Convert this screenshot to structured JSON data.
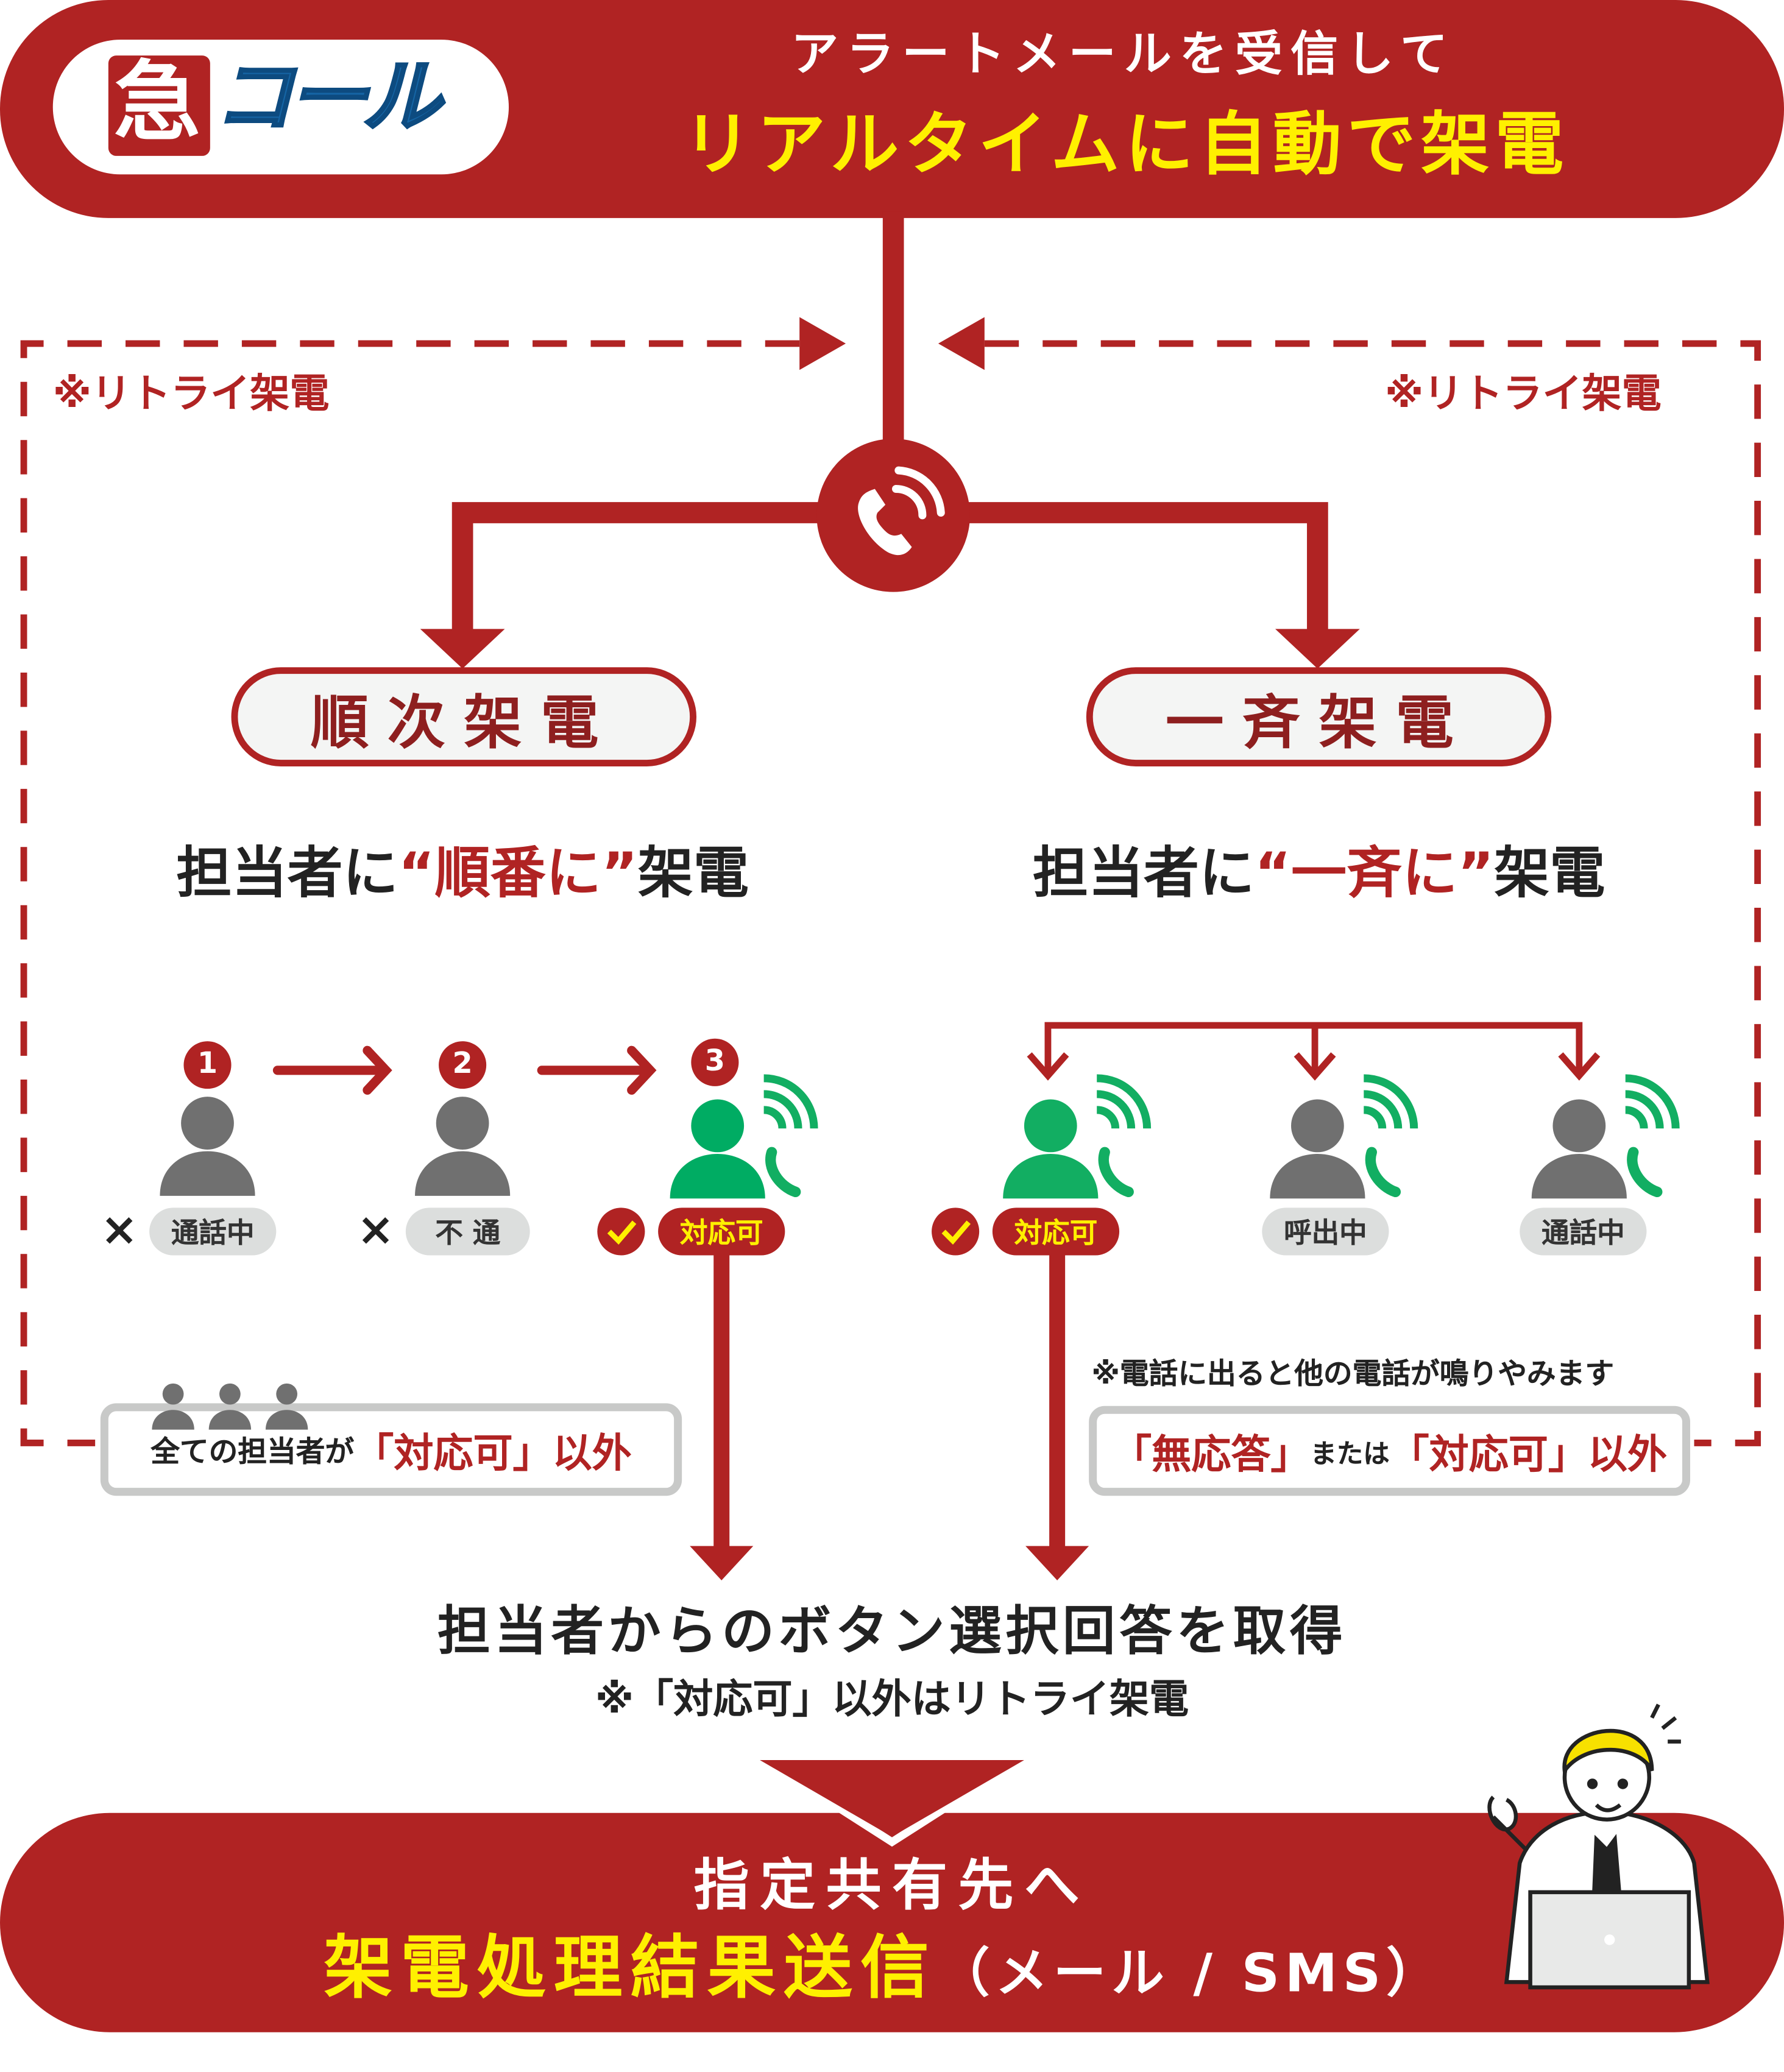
{
  "colors": {
    "brand_red": "#b02323",
    "highlight_yellow": "#fff000",
    "ok_green": "#12ae62",
    "idle_gray": "#707070",
    "logo_blue": "#1565a5"
  },
  "header": {
    "logo": {
      "kanji": "急",
      "kana": "コール"
    },
    "line1": "アラートメールを受信して",
    "line2": "リアルタイムに自動で架電"
  },
  "retry": {
    "left": "※リトライ架電",
    "right": "※リトライ架電"
  },
  "center_icon": "phone-icon",
  "sequential": {
    "title": "順次架電",
    "desc_prefix": "担当者に",
    "desc_highlight": "“順番に”",
    "desc_suffix": "架電",
    "steps": [
      {
        "number": "1",
        "mark": "×",
        "status": "通話中",
        "state": "busy"
      },
      {
        "number": "2",
        "mark": "×",
        "status": "不 通",
        "state": "unreachable"
      },
      {
        "number": "3",
        "mark": "✓",
        "status": "対応可",
        "state": "available"
      }
    ],
    "condition_prefix": "全ての担当者が",
    "condition_highlight": "「対応可」以外"
  },
  "simultaneous": {
    "title": "一斉架電",
    "desc_prefix": "担当者に",
    "desc_highlight": "“一斉に”",
    "desc_suffix": "架電",
    "targets": [
      {
        "mark": "✓",
        "status": "対応可",
        "state": "available"
      },
      {
        "mark": "",
        "status": "呼出中",
        "state": "ringing"
      },
      {
        "mark": "",
        "status": "通話中",
        "state": "busy"
      }
    ],
    "note": "※電話に出ると他の電話が鳴りやみます",
    "condition_part1": "「無応答」",
    "condition_mid": "または",
    "condition_part2": "「対応可」以外"
  },
  "result": {
    "title": "担当者からのボタン選択回答を取得",
    "note": "※「対応可」以外はリトライ架電"
  },
  "footer": {
    "line1": "指定共有先へ",
    "line2_main": "架電処理結果送信",
    "line2_sub": "（メール / SMS）"
  }
}
